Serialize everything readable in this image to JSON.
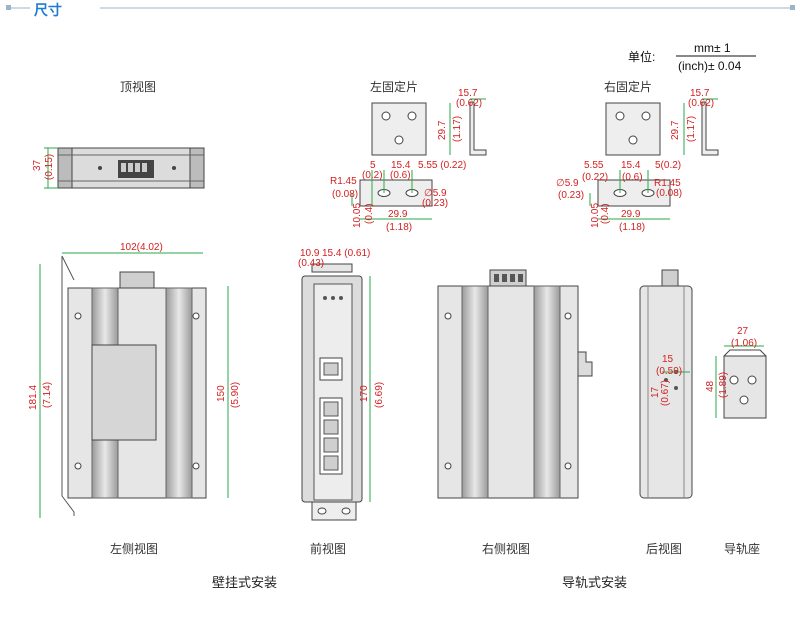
{
  "header": {
    "title": "尺寸"
  },
  "unit": {
    "label": "单位:",
    "top": "mm± 1",
    "bottom": "(inch)± 0.04"
  },
  "views": {
    "top": "顶视图",
    "left_bracket": "左固定片",
    "right_bracket": "右固定片",
    "left_side": "左侧视图",
    "front": "前视图",
    "right_side": "右侧视图",
    "rear": "后视图",
    "rail_base": "导轨座"
  },
  "mounting": {
    "wall": "壁挂式安装",
    "rail": "导轨式安装"
  },
  "dims": {
    "top_h": "37",
    "top_h_in": "(0.15)",
    "lb_w": "15.7",
    "lb_w_in": "(0.62)",
    "lb_h": "29.7",
    "lb_h_in": "(1.17)",
    "lb_a": "5",
    "lb_a_in": "(0.2)",
    "lb_b": "15.4",
    "lb_b_in": "(0.6)",
    "lb_c": "5.55 (0.22)",
    "lb_r": "R1.45",
    "lb_r_in": "(0.08)",
    "lb_d": "∅5.9",
    "lb_d_in": "(0.23)",
    "lb_v": "10.05",
    "lb_v_in": "(0.4)",
    "lb_l": "29.9",
    "lb_l_in": "(1.18)",
    "rb_w": "15.7",
    "rb_w_in": "(0.62)",
    "rb_h": "29.7",
    "rb_h_in": "(1.17)",
    "rb_a": "5.55",
    "rb_a_in": "(0.22)",
    "rb_b": "15.4",
    "rb_b_in": "(0.6)",
    "rb_c": "5(0.2)",
    "rb_d": "∅5.9",
    "rb_d_in": "(0.23)",
    "rb_r": "R1.45",
    "rb_r_in": "(0.08)",
    "rb_v": "10.05",
    "rb_v_in": "(0.4)",
    "rb_l": "29.9",
    "rb_l_in": "(1.18)",
    "ls_w": "102(4.02)",
    "ls_h": "181.4",
    "ls_h_in": "(7.14)",
    "ls_h2": "150",
    "ls_h2_in": "(5.90)",
    "f_a": "10.9",
    "f_a_in": "(0.43)",
    "f_b": "15.4 (0.61)",
    "f_h": "170",
    "f_h_in": "(6.69)",
    "r_a": "15",
    "r_a_in": "(0.59)",
    "r_b": "17",
    "r_b_in": "(0.67)",
    "rail_w": "27",
    "rail_w_in": "(1.06)",
    "rail_h": "48",
    "rail_h_in": "(1.89)"
  },
  "colors": {
    "dim": "#d42020",
    "line": "#2aa84a",
    "header": "#1e7bd0"
  }
}
